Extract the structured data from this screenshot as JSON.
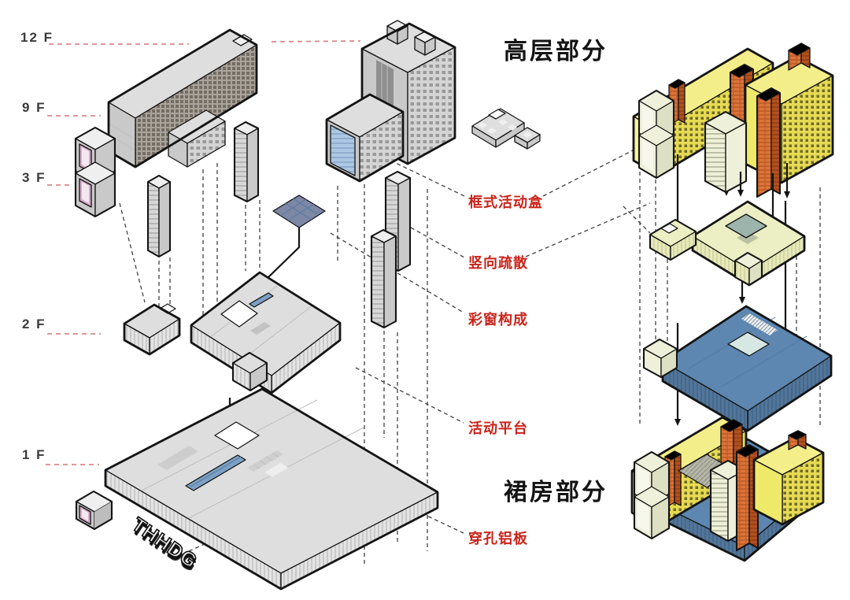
{
  "diagram": {
    "title_highrise": "高层部分",
    "title_podium": "裙房部分",
    "floor_labels": [
      "12 F",
      "9 F",
      "3 F",
      "2 F",
      "1 F"
    ],
    "annotations": [
      "框式活动盒",
      "竖向疏散",
      "彩窗构成",
      "活动平台",
      "穿孔铝板"
    ],
    "logo_text": "THHDG"
  },
  "colors": {
    "ink": "#3a3a3a",
    "red": "#c9241b",
    "pinkDash": "#d98a8a",
    "outline": "#141414",
    "grayTop": "#dedede",
    "grayMid": "#c9c9c9",
    "grayLight": "#efefef",
    "grayDark": "#8f8f8f",
    "white": "#ffffff",
    "yellowTop": "#f4ee8a",
    "yellow": "#efe96a",
    "yellowFacade": "#e4d84f",
    "orange": "#dd7438",
    "orangeDark": "#b2511e",
    "cream": "#eff0da",
    "creamShade": "#dde0c2",
    "paleGreen": "#ecefc3",
    "blue": "#5d87b0",
    "blueDark": "#47688c",
    "glazing": "#abc7e3",
    "skylight": "#7d88a6",
    "skylightStrip": "#7ca0c4",
    "windowPink": "#d9a9c9",
    "aqua": "#d7e8e4",
    "courtyardGreen": "#9db4ac"
  }
}
